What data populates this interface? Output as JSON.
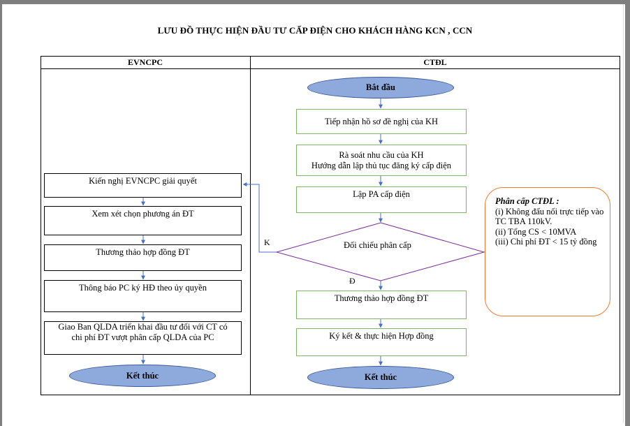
{
  "title": "LƯU ĐỒ THỰC HIỆN ĐẦU TƯ CẤP ĐIỆN CHO KHÁCH HÀNG KCN , CCN",
  "columns": {
    "left": "EVNCPC",
    "right": "CTĐL"
  },
  "ctdl": {
    "start": "Bắt đầu",
    "receive": "Tiếp nhận hồ sơ đề nghị của KH",
    "review": "Rà soát nhu cầu của KH\nHướng dẫn lập thủ tục đăng ký cấp điện",
    "plan": "Lập PA cấp điện",
    "decision": "Đối chiếu phân cấp",
    "yes_label": "Đ",
    "no_label": "K",
    "negotiate": "Thương thảo hợp đồng ĐT",
    "sign": "Ký kết & thực hiện Hợp đồng",
    "end": "Kết thúc"
  },
  "evncpc": {
    "propose": "Kiến nghị EVNCPC giải quyết",
    "select": "Xem xét chọn phương án ĐT",
    "negotiate": "Thương thảo hợp đồng ĐT",
    "notify": "Thông báo PC ký HĐ theo ủy quyền",
    "assign": "Giao Ban QLDA triển khai đầu tư đối với CT có chi phí ĐT vượt phân cấp QLDA của PC",
    "end": "Kết thúc"
  },
  "note": {
    "title": "Phân cấp CTĐL :",
    "lines": [
      "(i) Không đấu nối trực tiếp vào TC TBA 110kV.",
      "(ii) Tổng CS < 10MVA",
      "(iii) Chi phí ĐT < 15 tỷ đồng"
    ]
  },
  "colors": {
    "oval_fill": "#8ea9db",
    "green_border": "#82b366",
    "arrow": "#4472c4",
    "note_border": "#ed7d31"
  }
}
